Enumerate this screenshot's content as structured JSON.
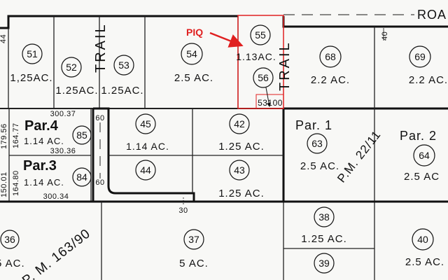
{
  "road_label": "ROA",
  "piq": {
    "label": "PIQ",
    "color": "#e02020"
  },
  "trail_label": "TRAIL",
  "parcels": {
    "p51": {
      "number": "51",
      "acreage": "1,25AC."
    },
    "p52": {
      "number": "52",
      "acreage": "1.25AC."
    },
    "p53": {
      "number": "53",
      "acreage": "1.25AC."
    },
    "p54": {
      "number": "54",
      "acreage": "2.5 AC."
    },
    "p55": {
      "number": "55",
      "acreage": "1.13AC."
    },
    "p56": {
      "number": "56"
    },
    "p68": {
      "number": "68",
      "acreage": "2.2 AC."
    },
    "p69": {
      "number": "69",
      "acreage": "2.2 AC."
    },
    "p85": {
      "number": "85",
      "name": "Par.4",
      "acreage": "1.14 AC."
    },
    "p84": {
      "number": "84",
      "name": "Par.3",
      "acreage": "1.14 AC."
    },
    "p45": {
      "number": "45",
      "acreage": "1.14 AC."
    },
    "p44": {
      "number": "44"
    },
    "p42": {
      "number": "42",
      "acreage": "1.25 AC."
    },
    "p43": {
      "number": "43",
      "acreage": "1.25 AC."
    },
    "p63": {
      "number": "63",
      "name": "Par. 1",
      "acreage": "2.5 AC."
    },
    "p64": {
      "number": "64",
      "name": "Par. 2",
      "acreage": "2.5 AC"
    },
    "p36": {
      "number": "36",
      "acreage": "5 AC."
    },
    "p37": {
      "number": "37",
      "acreage": "5 AC."
    },
    "p38": {
      "number": "38",
      "acreage": "1.25 AC."
    },
    "p39": {
      "number": "39"
    },
    "p40": {
      "number": "40",
      "acreage": "2.5 AC."
    }
  },
  "dimensions": {
    "d44": "44",
    "d40": "40",
    "d53100": "53100",
    "d300_37": "300.37",
    "d330_36": "330.36",
    "d300_34": "300.34",
    "d164_77": "164.77",
    "d164_80": "164.80",
    "d179_56": "179.56",
    "d150_01": "150.01",
    "d60a": "60",
    "d60b": "60",
    "d30": "30"
  },
  "parcel_maps": {
    "pm1": "P.M. 22/11",
    "pm2": "P. M. 163/90"
  }
}
